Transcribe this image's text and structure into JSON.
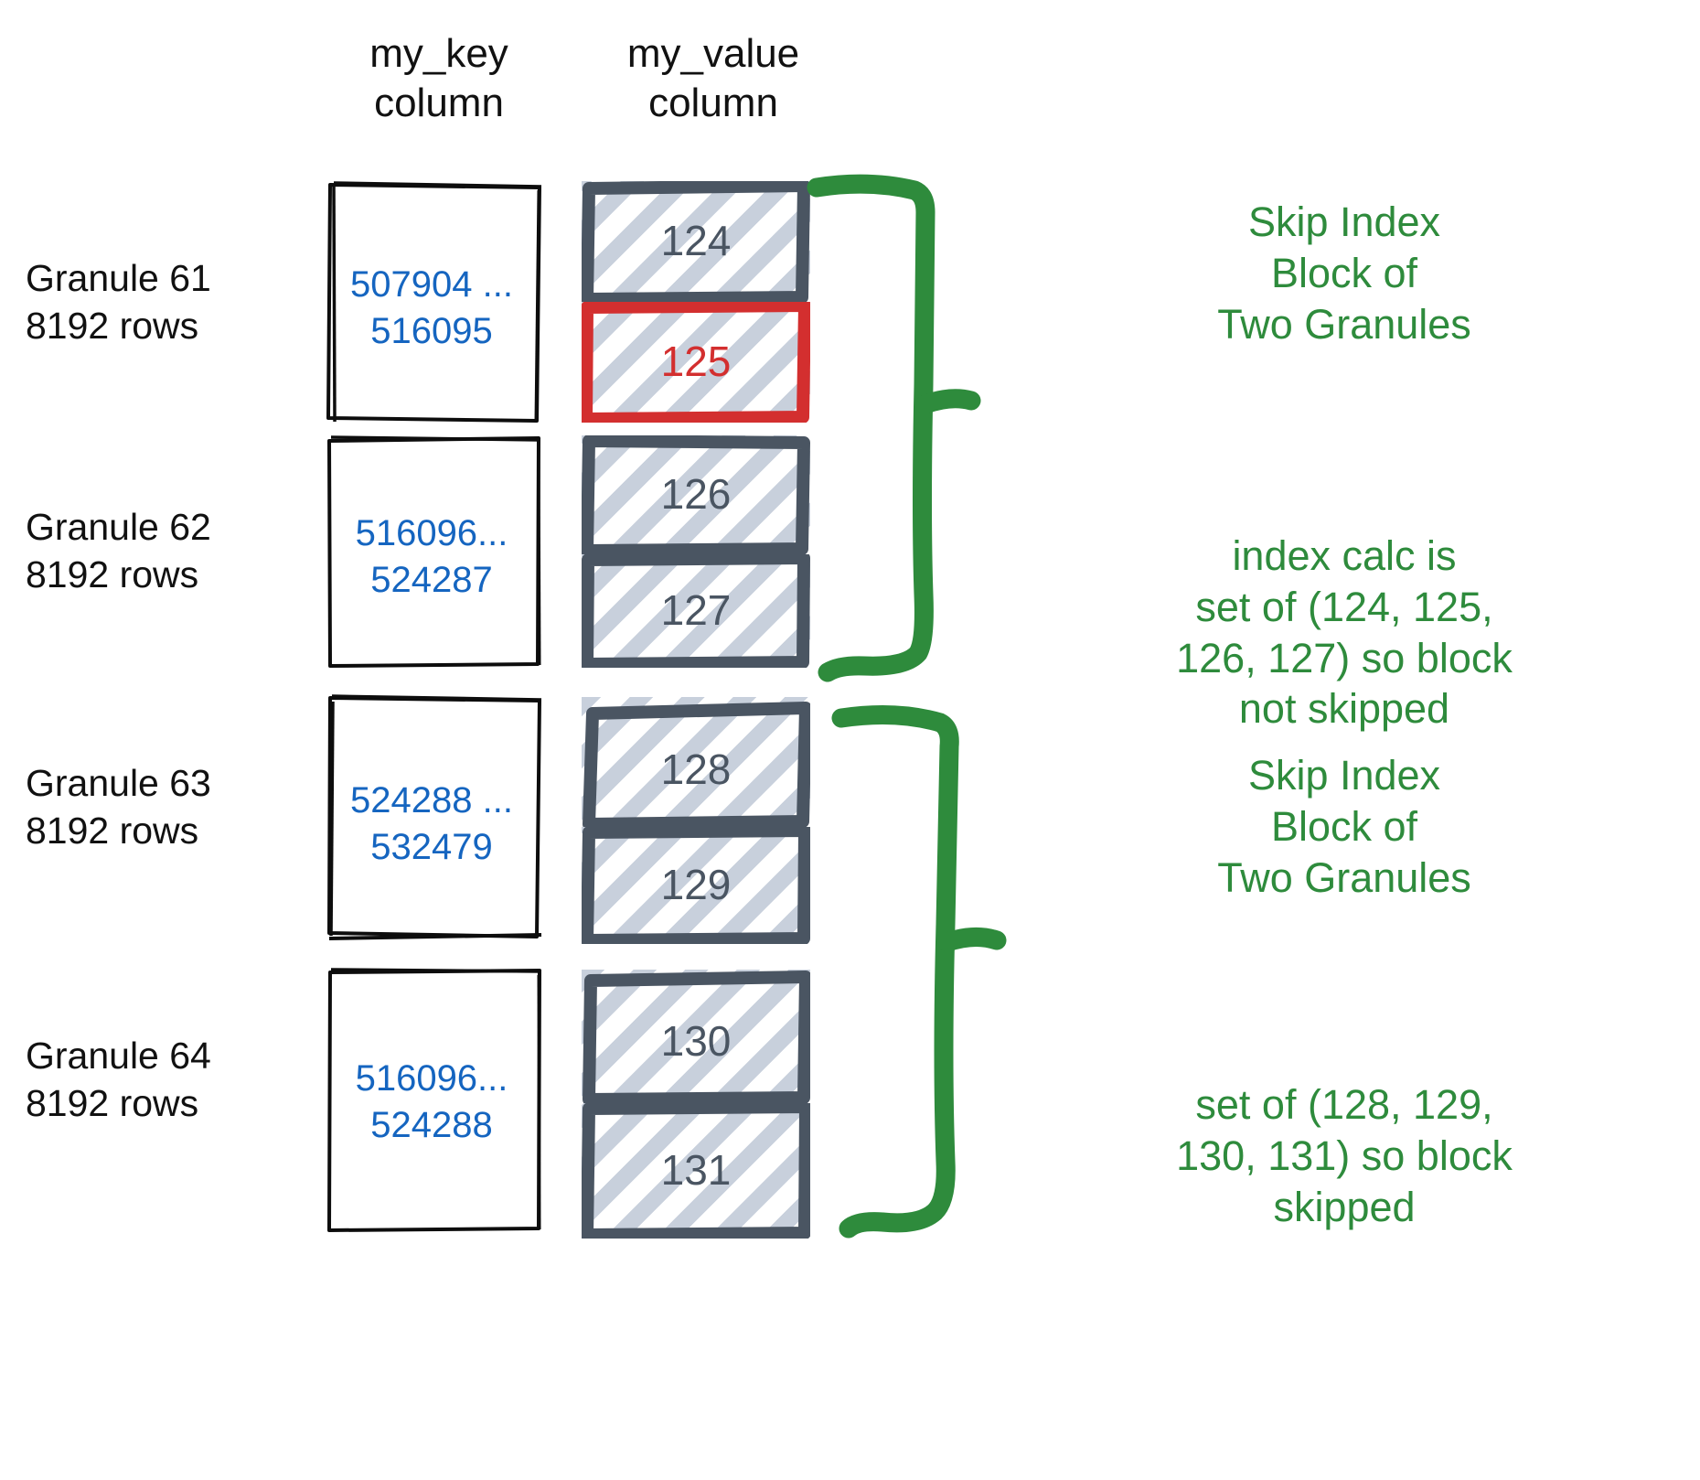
{
  "headers": {
    "key_column": "my_key\ncolumn",
    "value_column": "my_value\ncolumn"
  },
  "colors": {
    "key_value_text": "#1565C0",
    "value_text": "#4A5562",
    "highlight": "#D32F2F",
    "annotation_green": "#2E8B3C",
    "box_border": "#4A5562",
    "hatch": "#C8D0DC"
  },
  "granules": [
    {
      "label": "Granule 61\n8192 rows",
      "key_range": "507904 ...\n516095",
      "values": [
        {
          "text": "124",
          "highlighted": false
        },
        {
          "text": "125",
          "highlighted": true
        }
      ]
    },
    {
      "label": "Granule 62\n8192 rows",
      "key_range": "516096...\n524287",
      "values": [
        {
          "text": "126",
          "highlighted": false
        },
        {
          "text": "127",
          "highlighted": false
        }
      ]
    },
    {
      "label": "Granule 63\n8192 rows",
      "key_range": "524288 ...\n532479",
      "values": [
        {
          "text": "128",
          "highlighted": false
        },
        {
          "text": "129",
          "highlighted": false
        }
      ]
    },
    {
      "label": "Granule 64\n8192 rows",
      "key_range": "516096...\n524288",
      "values": [
        {
          "text": "130",
          "highlighted": false
        },
        {
          "text": "131",
          "highlighted": false
        }
      ]
    }
  ],
  "annotations": [
    {
      "text": "Skip Index\nBlock of\nTwo Granules"
    },
    {
      "text": "index calc is\nset of (124, 125,\n126, 127) so block\nnot skipped"
    },
    {
      "text": "Skip Index\nBlock of\nTwo Granules"
    },
    {
      "text": "set of (128, 129,\n130, 131) so block\nskipped"
    }
  ]
}
